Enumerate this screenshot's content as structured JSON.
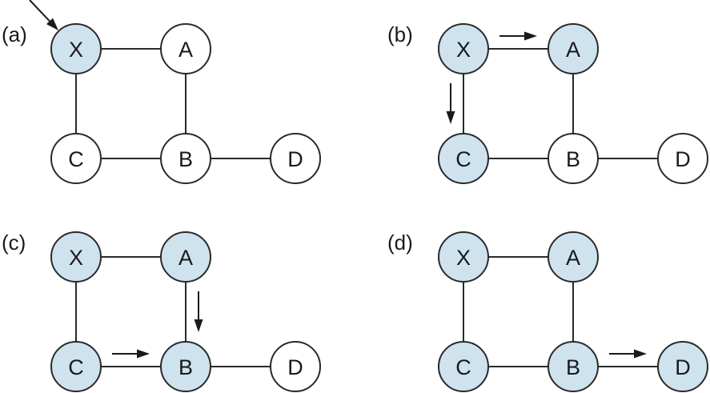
{
  "title": "Flooding / breadth-first traversal steps on a graph",
  "colors": {
    "visited_fill": "#cfe3ef",
    "unvisited_fill": "#ffffff",
    "stroke": "#2a2a2a"
  },
  "graph": {
    "nodes": [
      "X",
      "A",
      "B",
      "C",
      "D"
    ],
    "edges": [
      [
        "X",
        "A"
      ],
      [
        "X",
        "C"
      ],
      [
        "A",
        "B"
      ],
      [
        "C",
        "B"
      ],
      [
        "B",
        "D"
      ]
    ]
  },
  "panels": [
    {
      "label": "(a)",
      "visited": [
        "X"
      ],
      "arrows": [
        {
          "into": "X",
          "kind": "entry"
        }
      ]
    },
    {
      "label": "(b)",
      "visited": [
        "X",
        "A",
        "C"
      ],
      "arrows": [
        {
          "from": "X",
          "to": "A"
        },
        {
          "from": "X",
          "to": "C"
        }
      ]
    },
    {
      "label": "(c)",
      "visited": [
        "X",
        "A",
        "C",
        "B"
      ],
      "arrows": [
        {
          "from": "A",
          "to": "B"
        },
        {
          "from": "C",
          "to": "B"
        }
      ]
    },
    {
      "label": "(d)",
      "visited": [
        "X",
        "A",
        "C",
        "B",
        "D"
      ],
      "arrows": [
        {
          "from": "B",
          "to": "D"
        }
      ]
    }
  ]
}
